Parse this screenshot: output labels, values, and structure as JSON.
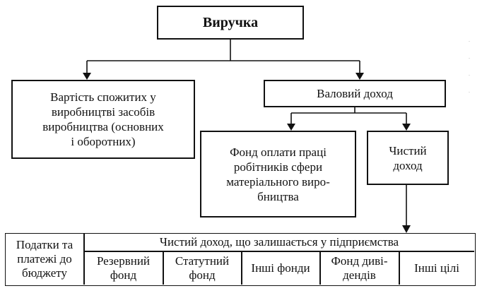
{
  "diagram": {
    "root": "Виручка",
    "level1": {
      "left": "Вартість спожитих у\nвиробництві засобів\nвиробництва (основних\nі оборотних)",
      "right": "Валовий доход"
    },
    "level2": {
      "left": "Фонд оплати праці\nробітників сфери\nматеріального виро-\nбництва",
      "right": "Чистий\nдоход"
    }
  },
  "table": {
    "taxes": "Податки та\nплатежі до\nбюджету",
    "remaining_header": "Чистий доход, що залишається у підприємства",
    "funds": [
      "Резервний\nфонд",
      "Статутний\nфонд",
      "Інші фонди",
      "Фонд диві-\nдендів",
      "Інші цілі"
    ]
  },
  "colors": {
    "ink": "#111111",
    "background": "#ffffff"
  }
}
